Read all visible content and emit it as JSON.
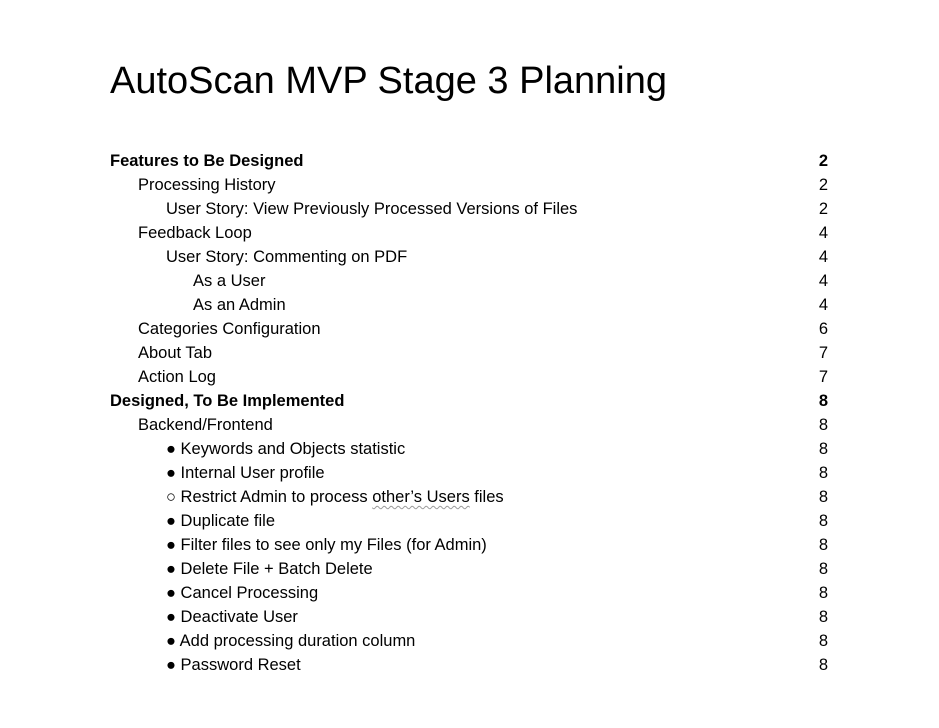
{
  "document": {
    "title": "AutoScan MVP Stage 3 Planning"
  },
  "toc": [
    {
      "text": "Features to Be Designed",
      "page": "2"
    },
    {
      "text": "Processing History",
      "page": "2"
    },
    {
      "text": "User Story: View Previously Processed Versions of Files",
      "page": "2"
    },
    {
      "text": "Feedback Loop",
      "page": "4"
    },
    {
      "text": "User Story: Commenting on PDF",
      "page": "4"
    },
    {
      "text": "As a User",
      "page": "4"
    },
    {
      "text": "As an Admin",
      "page": "4"
    },
    {
      "text": "Categories Configuration",
      "page": "6"
    },
    {
      "text": "About Tab",
      "page": "7"
    },
    {
      "text": "Action Log",
      "page": "7"
    },
    {
      "text": "Designed, To Be Implemented",
      "page": "8"
    },
    {
      "text": "Backend/Frontend",
      "page": "8"
    },
    {
      "text": "● Keywords and Objects statistic",
      "page": "8"
    },
    {
      "text": "● Internal User profile",
      "page": "8"
    },
    {
      "text_before": "○ Restrict Admin to process ",
      "text_flagged": "other’s Users",
      "text_after": " files",
      "page": "8"
    },
    {
      "text": "● Duplicate file",
      "page": "8"
    },
    {
      "text": "● Filter files to see only my Files (for Admin)",
      "page": "8"
    },
    {
      "text": "● Delete File + Batch Delete",
      "page": "8"
    },
    {
      "text": "● Cancel Processing",
      "page": "8"
    },
    {
      "text": "● Deactivate User",
      "page": "8"
    },
    {
      "text": "● Add processing duration column",
      "page": "8"
    },
    {
      "text": "● Password Reset",
      "page": "8"
    }
  ]
}
